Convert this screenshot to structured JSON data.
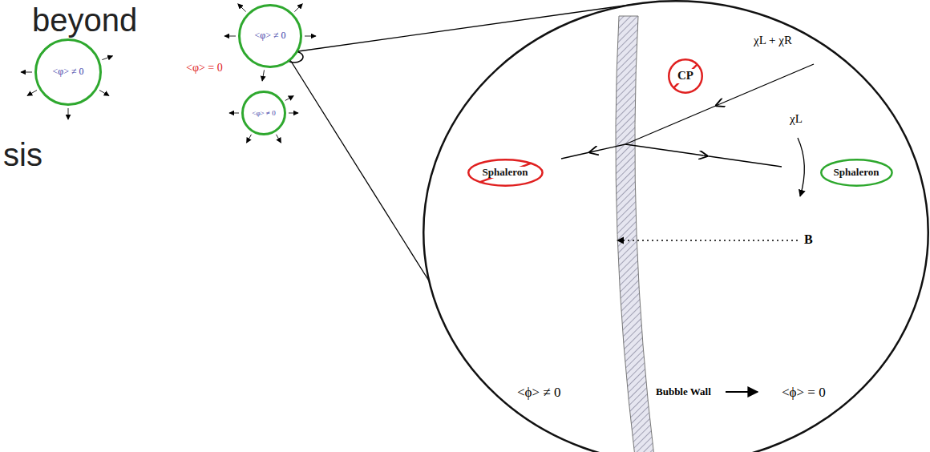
{
  "diagram": {
    "nodes": [
      {
        "text": [
          "<φ> ≠ 0"
        ]
      },
      {
        "text": [
          "<φ> ≠ 0"
        ]
      },
      {
        "text": [
          "<φ> ≠ 0"
        ]
      },
      {
        "text": [
          "χL + χR",
          "χL",
          "B",
          "<ϕ> ≠ 0",
          "Bubble Wall",
          "<ϕ> = 0"
        ]
      },
      {
        "text": [
          "CP"
        ],
        "in": 3
      },
      {
        "text": [
          "Sphaleron"
        ],
        "in": 3
      },
      {
        "text": [
          "Sphaleron"
        ],
        "in": 3
      }
    ],
    "edges": [
      {
        "from": 1,
        "to": 3,
        "arrow": "none"
      },
      {
        "from": 1,
        "to": 3,
        "arrow": "none"
      }
    ],
    "labels": [
      "beyond",
      "sis",
      "<φ> = 0"
    ]
  }
}
